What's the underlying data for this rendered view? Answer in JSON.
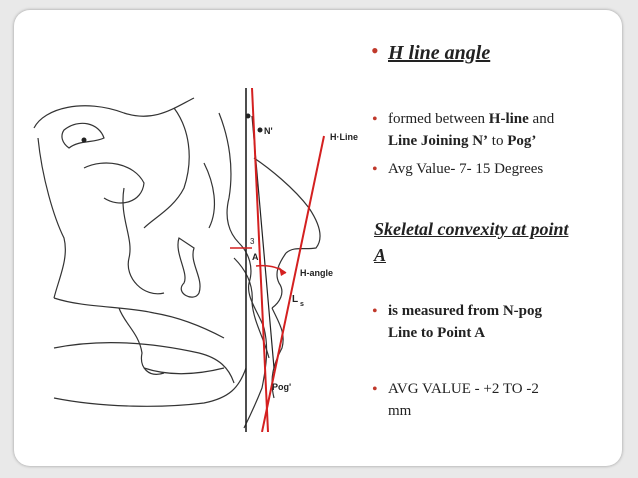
{
  "title": "H line  angle",
  "bullets_1": [
    {
      "prefix": "formed between ",
      "bold1": "H-line",
      "mid": " and",
      "line2_bold1": "Line Joining N’",
      "line2_mid": "  to ",
      "line2_bold2": "Pog’"
    },
    {
      "text": "Avg Value-  7-  15  Degrees"
    }
  ],
  "subheading_line1": "Skeletal convexity at point",
  "subheading_line2": "A",
  "bullets_2": [
    {
      "line1": "is  measured from N-pog",
      "line2": "Line  to  Point A"
    },
    {
      "line1": "AVG VALUE  - +2 TO  -2",
      "line2": "mm"
    }
  ],
  "figure_labels": {
    "n_prime": "N'",
    "h_line": "H·Line",
    "three": "3",
    "a": "A",
    "h_angle": "H-angle",
    "ls": "L",
    "ls_sub": "s",
    "pog_prime": "Pog'"
  },
  "colors": {
    "accent_red": "#c0392b",
    "line_red": "#d42020"
  }
}
